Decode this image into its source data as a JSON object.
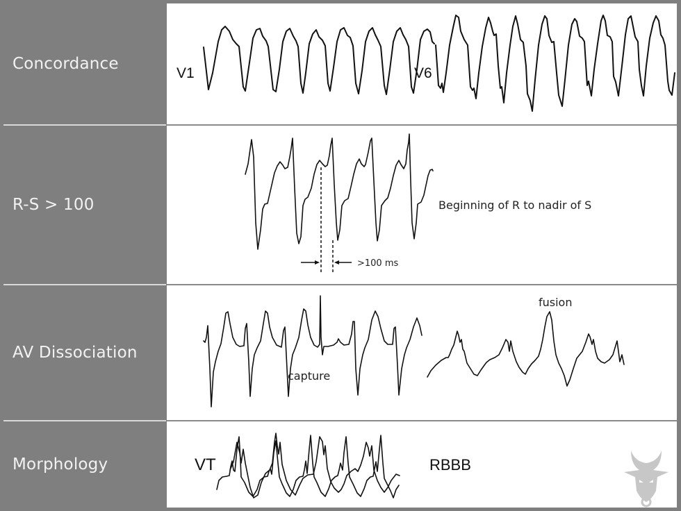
{
  "rows": [
    {
      "label": "Concordance",
      "leads": [
        "V1",
        "V6"
      ]
    },
    {
      "label": "R-S > 100",
      "annotation": "Beginning of R to nadir of S",
      "measure_label": ">100 ms"
    },
    {
      "label": "AV Dissociation",
      "capture_label": "capture",
      "fusion_label": "fusion"
    },
    {
      "label": "Morphology",
      "leads": [
        "VT",
        "RBBB"
      ]
    }
  ],
  "watermark": "bull-logo-icon",
  "colors": {
    "label_bg": "#7f7f7f",
    "label_text": "#f2f2f2",
    "panel_bg": "#ffffff",
    "trace": "#111111",
    "watermark": "#c4c4c4"
  }
}
